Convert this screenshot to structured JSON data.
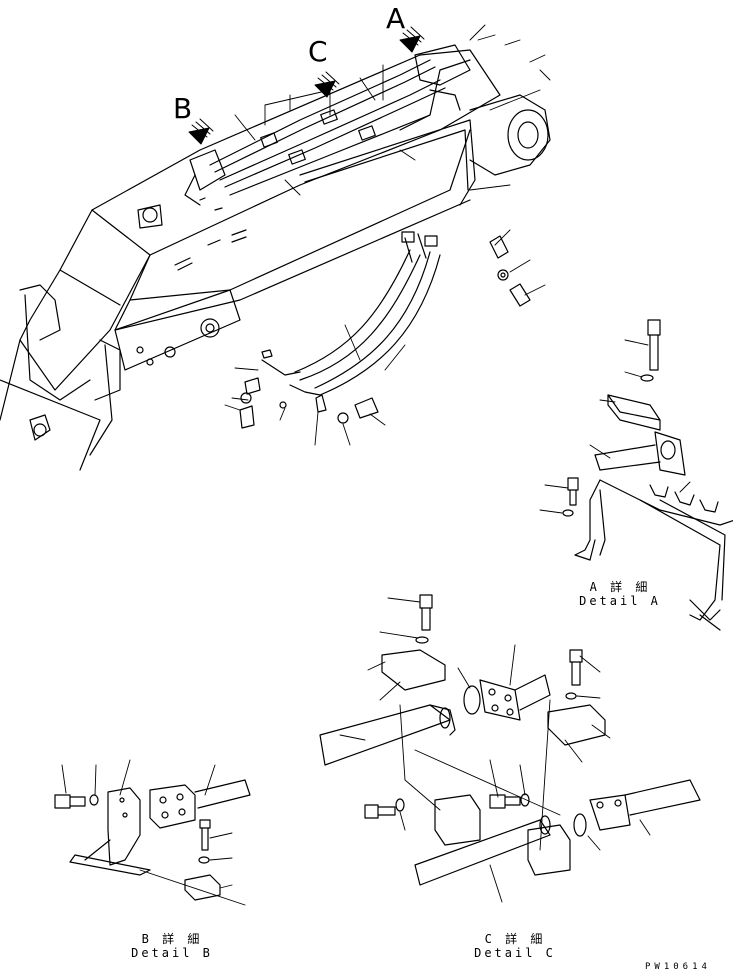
{
  "views": {
    "a": "A",
    "b": "B",
    "c": "C"
  },
  "details": [
    {
      "id": "detail-a",
      "jp": "A 詳 細",
      "en": "Detail A"
    },
    {
      "id": "detail-b",
      "jp": "B 詳 細",
      "en": "Detail B"
    },
    {
      "id": "detail-c",
      "jp": "C 詳 細",
      "en": "Detail C"
    }
  ],
  "drawing_code": "PW10614"
}
